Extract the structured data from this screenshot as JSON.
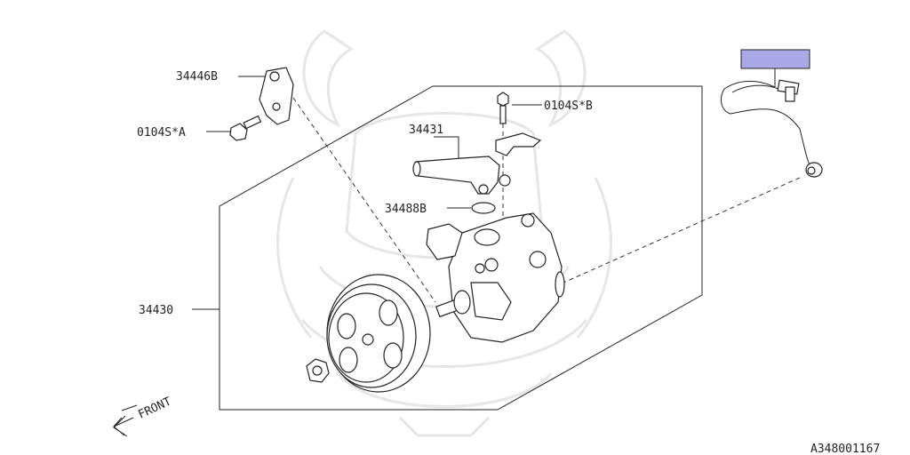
{
  "parts": {
    "p34446B": "34446B",
    "p0104SA": "0104S*A",
    "p0104SB": "0104S*B",
    "p34431": "34431",
    "p34488B": "34488B",
    "p34430": "34430"
  },
  "front_label": "FRONT",
  "figure_id": "A348001167",
  "highlight_color": "#a9a9e8"
}
